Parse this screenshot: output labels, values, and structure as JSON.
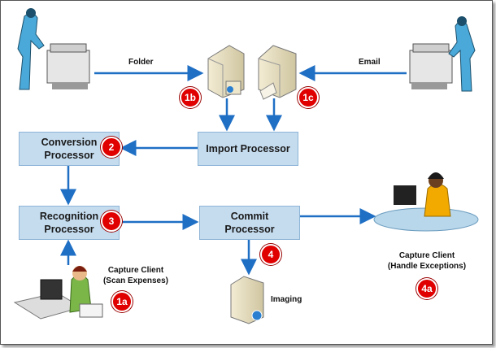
{
  "boxes": {
    "conversion": [
      "Conversion",
      "Processor"
    ],
    "import": [
      "Import Processor"
    ],
    "recognition": [
      "Recognition",
      "Processor"
    ],
    "commit": [
      "Commit",
      "Processor"
    ]
  },
  "badges": {
    "b1a": "1a",
    "b1b": "1b",
    "b1c": "1c",
    "b2": "2",
    "b3": "3",
    "b4": "4",
    "b4a": "4a"
  },
  "labels": {
    "folder": "Folder",
    "email": "Email",
    "imaging": "Imaging",
    "capture_scan": [
      "Capture Client",
      "(Scan Expenses)"
    ],
    "capture_exceptions": [
      "Capture Client",
      "(Handle Exceptions)"
    ]
  },
  "colors": {
    "arrow": "#1f6fc5",
    "box_fill": "#c5dcef",
    "badge": "#e00000"
  },
  "icons": [
    "copier-operator-icon",
    "server-folder-icon",
    "server-email-icon",
    "copier-operator-icon",
    "scan-client-user-icon",
    "imaging-server-icon",
    "exception-client-user-icon"
  ]
}
